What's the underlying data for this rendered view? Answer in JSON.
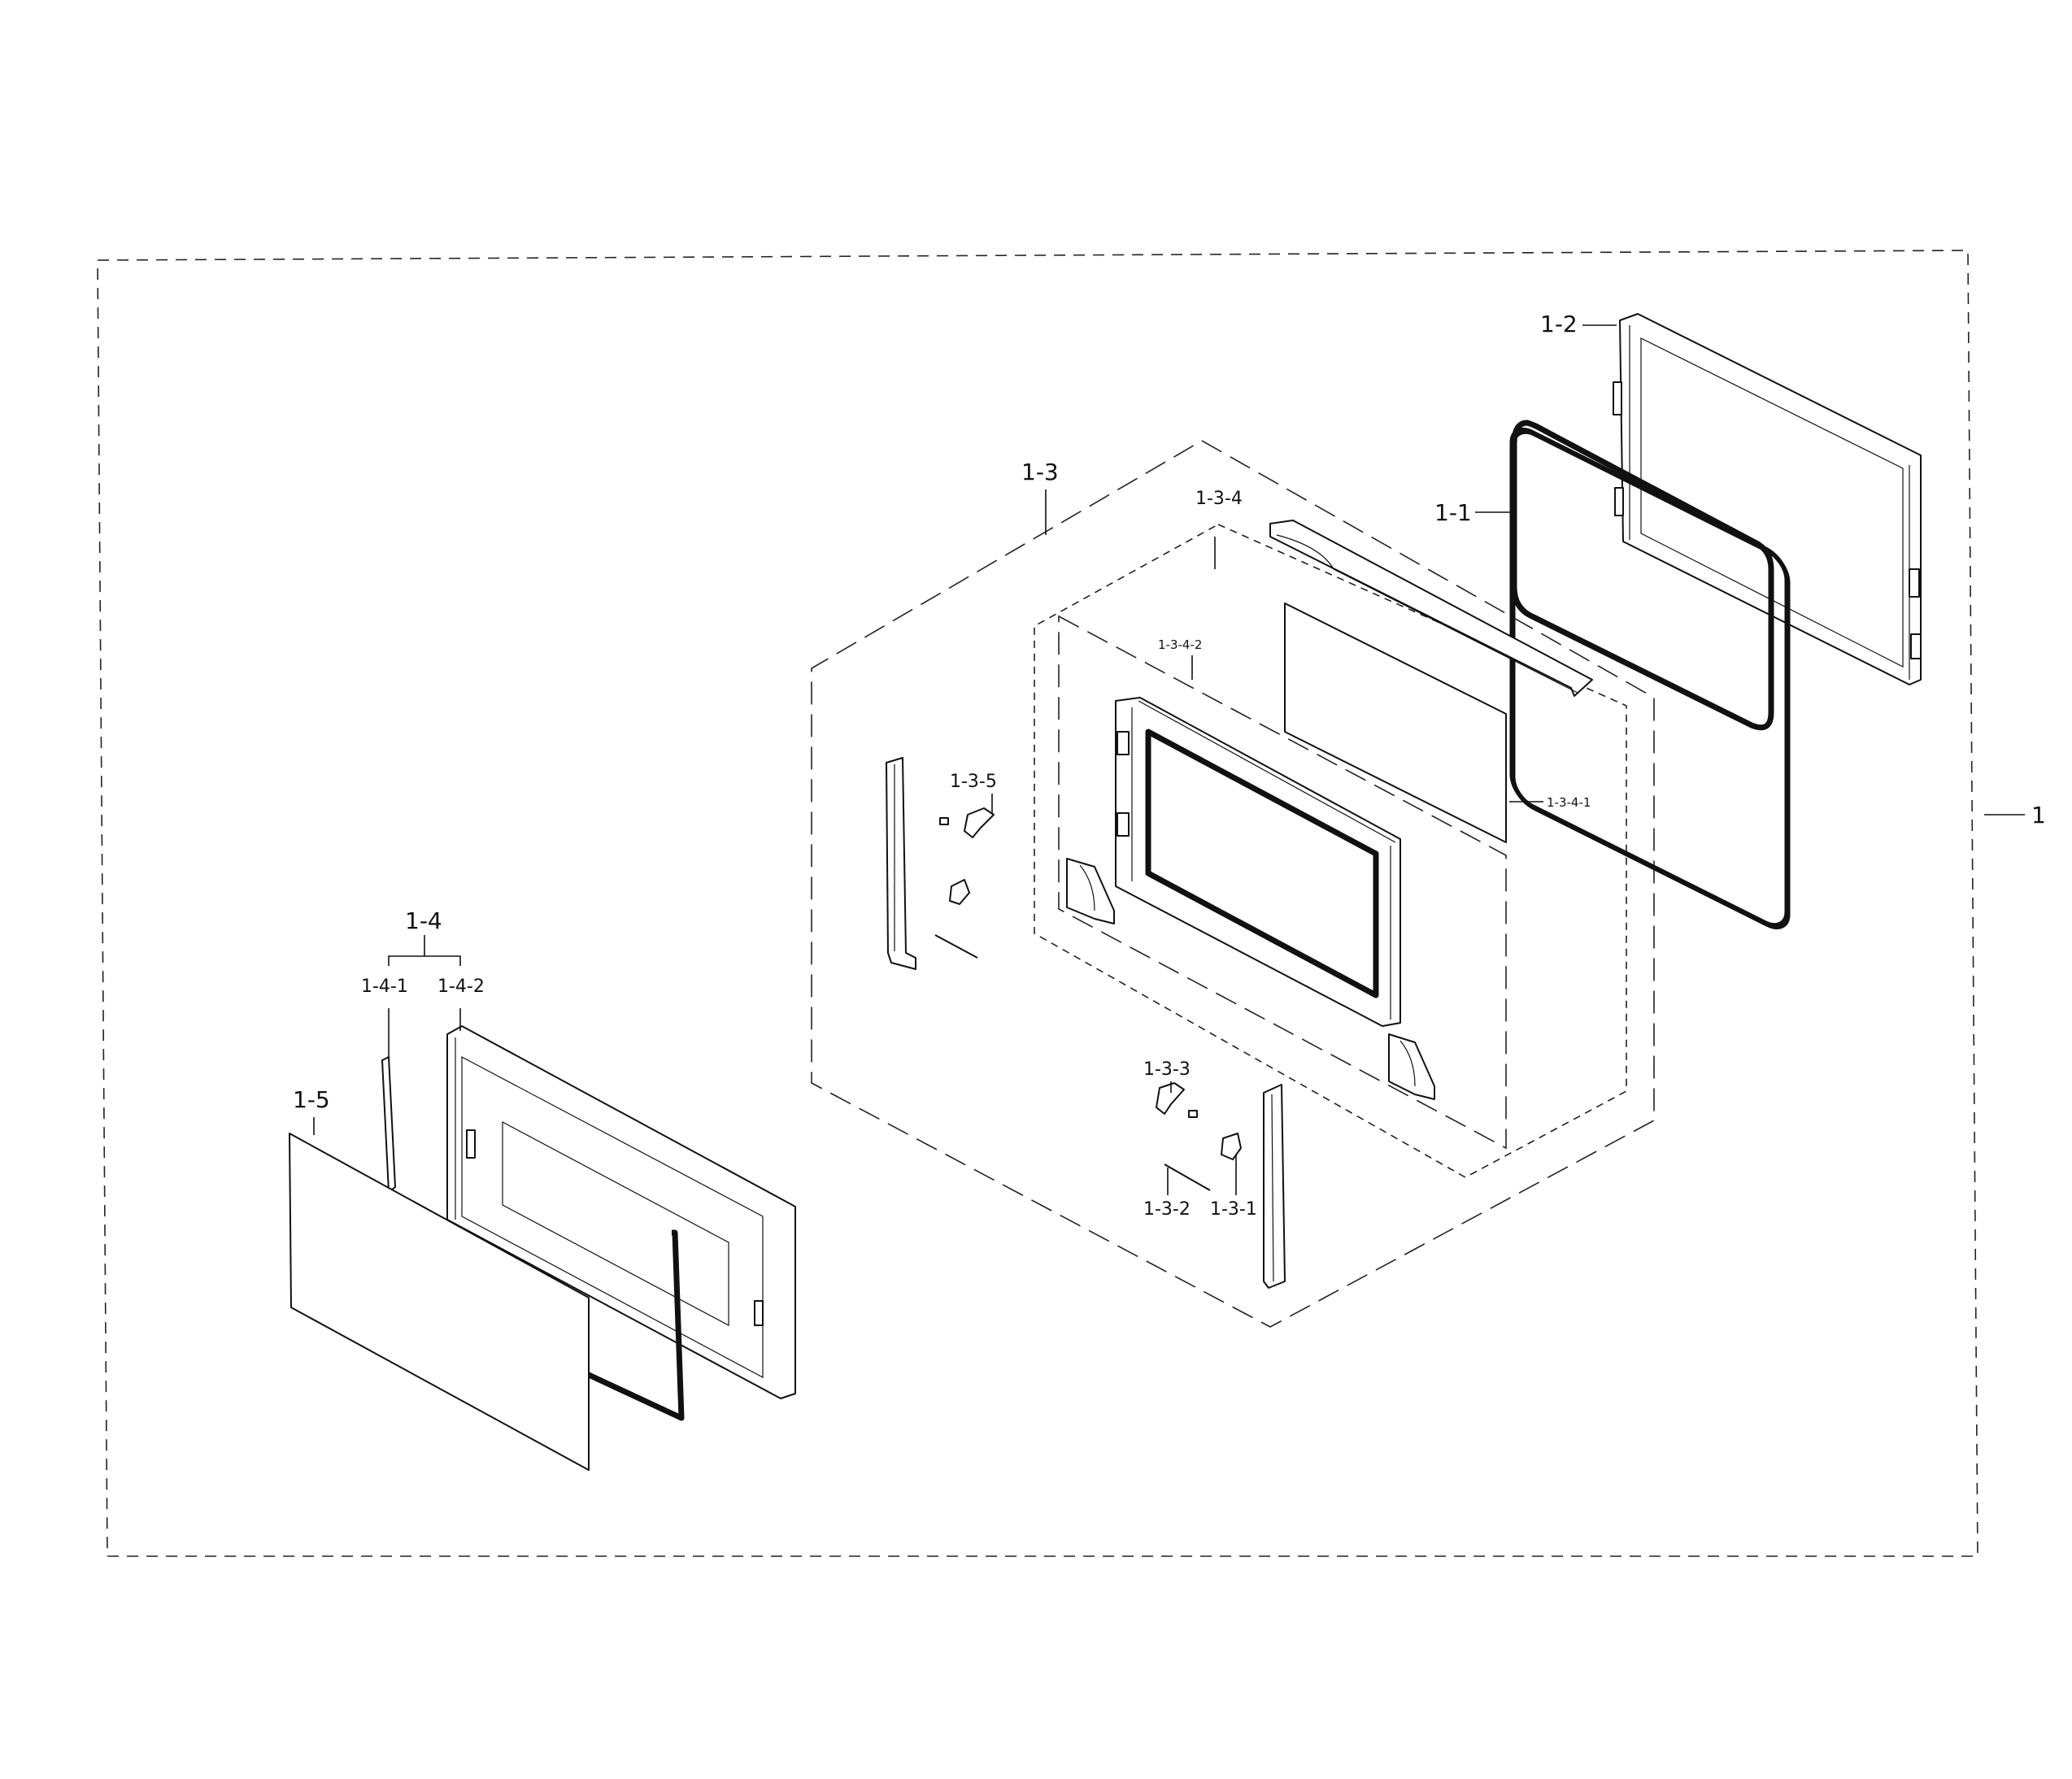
{
  "labels": {
    "l1": "1",
    "l1_1": "1-1",
    "l1_2": "1-2",
    "l1_3": "1-3",
    "l1_3_1": "1-3-1",
    "l1_3_2": "1-3-2",
    "l1_3_3": "1-3-3",
    "l1_3_4": "1-3-4",
    "l1_3_4_1": "1-3-4-1",
    "l1_3_4_2": "1-3-4-2",
    "l1_3_5": "1-3-5",
    "l1_4": "1-4",
    "l1_4_1": "1-4-1",
    "l1_4_2": "1-4-2",
    "l1_5": "1-5"
  }
}
